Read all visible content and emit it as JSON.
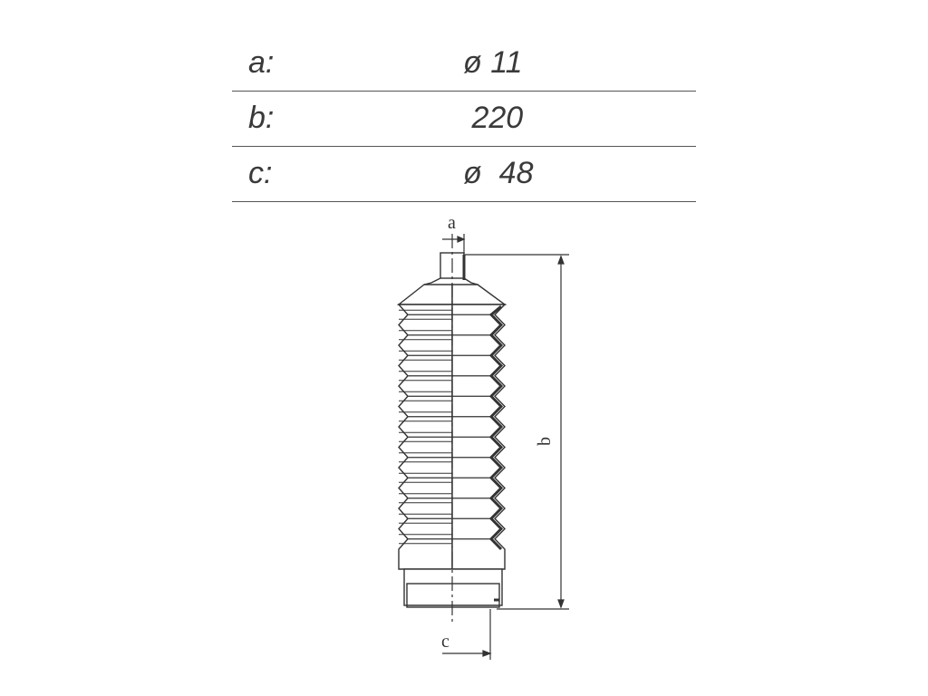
{
  "specs": [
    {
      "label": "a:",
      "value": "ø 11"
    },
    {
      "label": "b:",
      "value": " 220"
    },
    {
      "label": "c:",
      "value": "ø  48"
    }
  ],
  "drawing": {
    "dim_a_label": "a",
    "dim_b_label": "b",
    "dim_c_label": "c",
    "fold_count": 12,
    "line_color": "#333333",
    "fill_color": "#ffffff"
  }
}
